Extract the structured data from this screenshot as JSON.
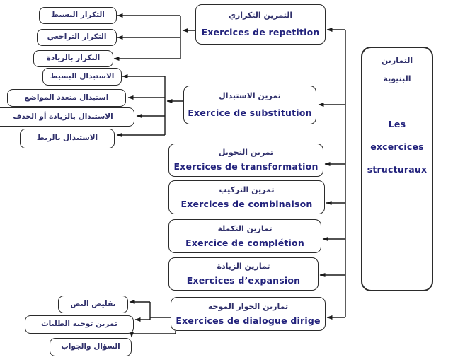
{
  "root_box": {
    "ar_line1": "التمارين",
    "ar_line2": "البنيوية",
    "fr_line1": "Les",
    "fr_line2": "excercices",
    "fr_line3": "structuraux"
  },
  "main_boxes": [
    {
      "ar": "التمرين التكراري",
      "fr": "Exercices de repetition"
    },
    {
      "ar": "تمرين الاستبدال",
      "fr": "Exercice de substitution"
    },
    {
      "ar": "تمرين التحويل",
      "fr": "Exercices de transformation"
    },
    {
      "ar": "تمرين التركيب",
      "fr": "Exercices de combinaison"
    },
    {
      "ar": "تمارين التكملة",
      "fr": "Exercice de complétion"
    },
    {
      "ar": "تمارين الزيادة",
      "fr": "Exercices d’expansion"
    },
    {
      "ar": "تمارين الحوار الموجه",
      "fr": "Exercices de dialogue dirige"
    }
  ],
  "repetition_subtypes": [
    "التكرار البسيط",
    "التكرار التراجعي",
    "التكرار بالزيادة"
  ],
  "substitution_subtypes": [
    "الاستبدال البسيط",
    "استبدال متعدد المواضع",
    "الاستبدال بالزيادة أو الحذف",
    "الاستبدال بالربط"
  ],
  "dialogue_subtypes": [
    "تقليص النص",
    "تمرين توجيه الطلبات",
    "السؤال والجواب"
  ],
  "colors": {
    "background": "#ffffff",
    "box_border": "#2b2b2b",
    "arabic_text": "#30306b",
    "french_text": "#22227c",
    "connector": "#1a1a1a"
  }
}
